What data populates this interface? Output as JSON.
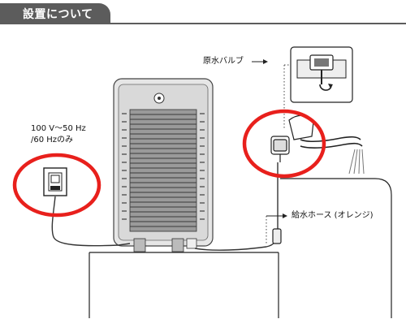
{
  "header": {
    "title": "設置について"
  },
  "labels": {
    "power_line1": "100 V〜50 Hz",
    "power_line2": "/60 Hzのみ",
    "valve": "原水バルブ",
    "hose": "給水ホース (オレンジ)"
  },
  "colors": {
    "header_bg": "#5c5c5c",
    "highlight_circle": "#e8201c",
    "line": "#333333",
    "unit_body": "#e2e2e2"
  }
}
